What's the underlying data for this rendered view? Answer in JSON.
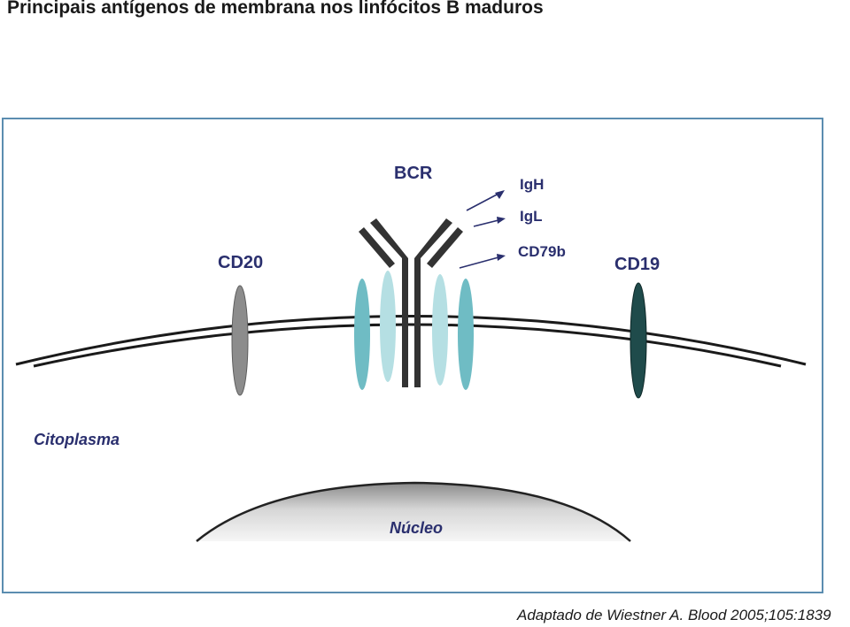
{
  "title": "Principais antígenos de membrana nos linfócitos B maduros",
  "labels": {
    "bcr": "BCR",
    "igh": "IgH",
    "igl": "IgL",
    "cd79b": "CD79b",
    "cd20": "CD20",
    "cd19": "CD19",
    "cytoplasm": "Citoplasma",
    "nucleus": "Núcleo"
  },
  "caption": "Adaptado de Wiestner A. Blood 2005;105:1839",
  "colors": {
    "frame": "#5b8db0",
    "label_text": "#2a2f6e",
    "membrane": "#1a1a1a",
    "antibody": "#333333",
    "cd20": "#8c8c8c",
    "cd79_dark": "#6fbcc4",
    "cd79_light": "#b5dfe3",
    "cd19": "#1f4b4b"
  }
}
